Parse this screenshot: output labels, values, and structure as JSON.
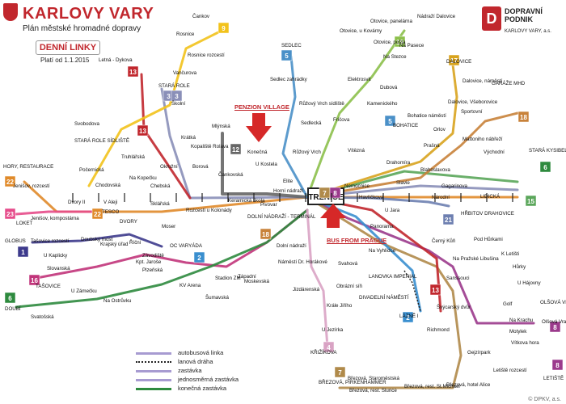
{
  "header": {
    "title": "KARLOVY VARY",
    "subtitle": "Plán městské hromadné dopravy",
    "badge": "DENNÍ LINKY",
    "valid": "Platí od 1.1.2015"
  },
  "operator": {
    "name": "DOPRAVNÍ PODNIK",
    "sub": "KARLOVY VARY, a.s."
  },
  "credit": "© DPKV, a.s.",
  "colors": {
    "accent": "#c1272d"
  },
  "poi": {
    "pension": "PENZION VILLAGE",
    "bus": "BUS FROM PRAGUE"
  },
  "hub": "TRŽNICE",
  "legend": [
    {
      "label": "autobusová linka"
    },
    {
      "label": "lanová dráha"
    },
    {
      "label": "zastávka"
    },
    {
      "label": "jednosměrná zastávka"
    },
    {
      "label": "konečná zastávka"
    }
  ],
  "line_badges": [
    {
      "num": "9",
      "color": "#f2c21b"
    },
    {
      "num": "5",
      "color": "#4a90c8"
    },
    {
      "num": "19",
      "color": "#8cc04b"
    },
    {
      "num": "13",
      "color": "#c1272d"
    },
    {
      "num": "3",
      "color": "#8a8fb8"
    },
    {
      "num": "15",
      "color": "#5aa65a"
    },
    {
      "num": "7",
      "color": "#b08a4a"
    },
    {
      "num": "17",
      "color": "#d8a31e"
    },
    {
      "num": "18",
      "color": "#c8823a"
    },
    {
      "num": "12",
      "color": "#666666"
    },
    {
      "num": "8",
      "color": "#9b3a8c"
    },
    {
      "num": "22",
      "color": "#e08a2a"
    },
    {
      "num": "23",
      "color": "#e64b8a"
    },
    {
      "num": "1",
      "color": "#3d3a8c"
    },
    {
      "num": "16",
      "color": "#c1347a"
    },
    {
      "num": "2",
      "color": "#3a8fcf"
    },
    {
      "num": "6",
      "color": "#2e8a3e"
    },
    {
      "num": "4",
      "color": "#d9a3c4"
    },
    {
      "num": "21",
      "color": "#6d7fb0"
    }
  ],
  "stops": [
    "Čankov",
    "Rosnice",
    "Rosnice rozcestí",
    "Vančurova",
    "Letná - Dykova",
    "STARÁ ROLE",
    "Školní",
    "Svobodova",
    "STARÁ ROLE SÍDLIŠTĚ",
    "Krátká",
    "Truhlářská",
    "Kopaliště Rolava",
    "Borová",
    "Okružní",
    "Počernická",
    "Na Kopečku",
    "Mlýnská",
    "Konečná",
    "Čankovská",
    "U Kostela",
    "SEDLEC",
    "Sedlec zahrádky",
    "Růžový Vrch sídliště",
    "Sedlecká",
    "Růžový Vrch",
    "Otovice, u Kovárny",
    "Otovice, panelárna",
    "Otovice, pošta",
    "Nádraží Dalovice",
    "Na Pasece",
    "Na Stezce",
    "Elektrosvit",
    "Dubová",
    "Kamenického",
    "Fričova",
    "DALOVICE",
    "Dalovice, náměstí",
    "Dalovice, Všeborovice",
    "Bohatice náměstí",
    "BOHATICE",
    "Sportovní",
    "GARÁŽE MHD",
    "Mattoniho nábřeží",
    "Orlov",
    "HORY, RESTAURACE",
    "Jenišov, rozcestí",
    "Chodovská",
    "Chebská",
    "Dvory II",
    "V Aleji",
    "TESCO",
    "Jenišov, kompostárna",
    "LOKET",
    "Sklářská",
    "Rozcestí u Kolonády",
    "Keramická škola",
    "Pivovar",
    "Horní nádraží",
    "Elite",
    "Vítězná",
    "Prašná",
    "Drahomíra",
    "Blahoslavova",
    "Východní",
    "STARÁ KYSIBELSKÁ",
    "Nemocnice",
    "Slavie",
    "Gagarinova",
    "LIDICKÁ",
    "Národní",
    "Havlíčkova",
    "U Jara",
    "HŘBITOV DRAHOVICE",
    "GLOBUS",
    "Tašovice rozcestí",
    "Doubský most",
    "U Kaplicky",
    "Slovanská",
    "Krajský úřad",
    "Říční",
    "DVORY",
    "Moser",
    "OC VARYÁDA",
    "Kpt. Jaroše",
    "Závodiště",
    "TAŠOVICE",
    "Plzeňská",
    "KV Arena",
    "Stadion ZM",
    "Západní",
    "DOLNÍ NÁDRAŽÍ - TERMINÁL",
    "Dolní nádraží",
    "Náměstí Dr. Horákové",
    "Moskevská",
    "Jizdárenská",
    "Šumavská",
    "Panorama",
    "Na Vyhlídce",
    "Na Pražské Libušina",
    "Černý Kůň",
    "Pod Hůrkami",
    "K Letišti",
    "Hůrky",
    "U Hájovny",
    "Golf",
    "Na Krachu",
    "Motylek",
    "Vítkova hora",
    "LETIŠTĚ",
    "Letiště rozcestí",
    "OLŠOVÁ VRATA",
    "Olšová Vrata střed",
    "LANOVKA IMPERIAL",
    "Sanssouci",
    "DIVADELNÍ NÁMĚSTÍ",
    "LÁZNĚ I",
    "Švýcarský dvůr",
    "Richmond",
    "Gejzírpark",
    "Svahová",
    "Obrázní síň",
    "Krále Jiřího",
    "U Jezírka",
    "KŘIŽÍKOVA",
    "DOUBÍ",
    "U Zámečku",
    "Na Ostrůvku",
    "Svatošská",
    "BŘEZOVÁ, PIRKENHAMMER",
    "Březová, Staroměstská",
    "Březová, rest. Slunce",
    "Březová, rest. St.Michael",
    "Březová, hotel Alice"
  ]
}
